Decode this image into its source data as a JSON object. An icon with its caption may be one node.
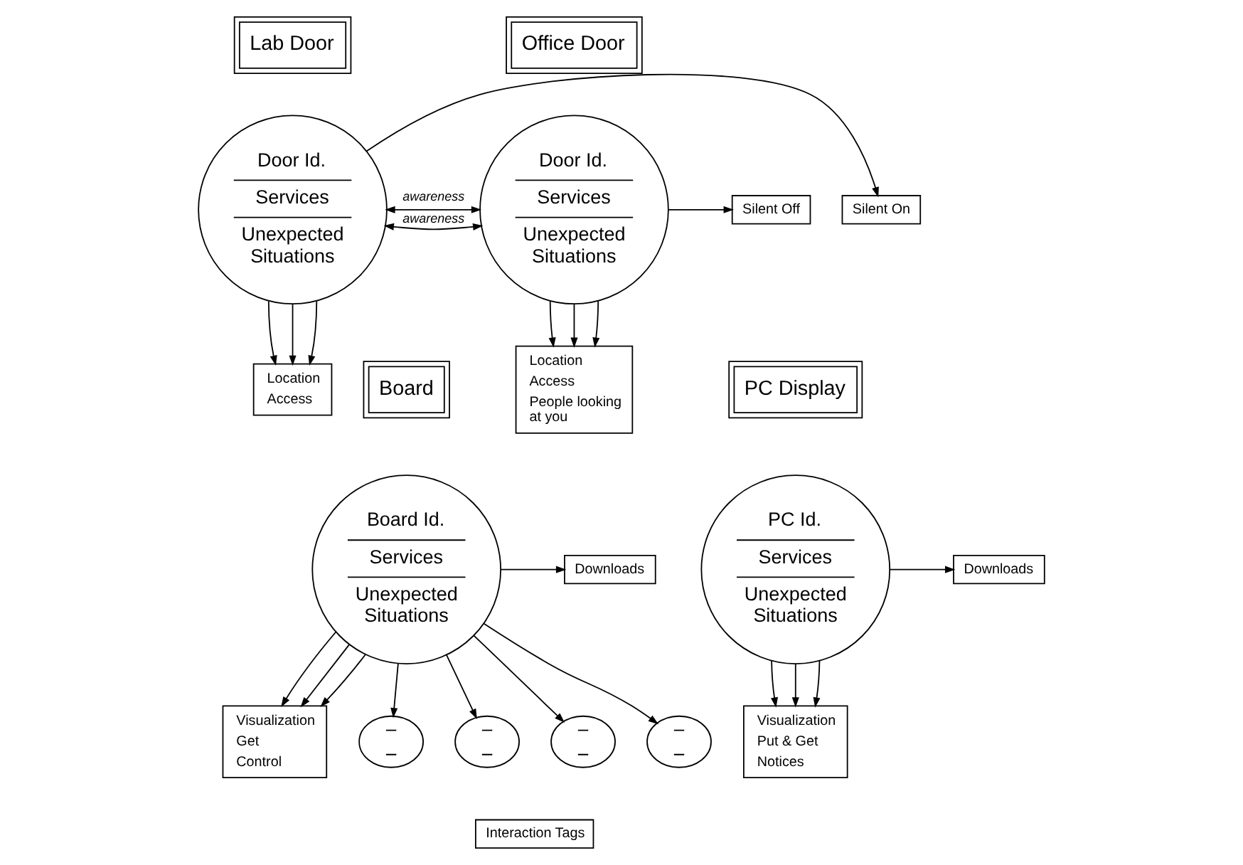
{
  "diagram": {
    "nodes": [
      {
        "text": [
          "Lab Door"
        ]
      },
      {
        "text": [
          "Door Id.",
          "Services",
          "Unexpected Situations"
        ]
      },
      {
        "text": [
          "Location",
          "Access"
        ]
      },
      {
        "text": [
          "Silent On"
        ]
      },
      {
        "text": [
          "Office Door"
        ]
      },
      {
        "text": [
          "Door Id.",
          "Services",
          "Unexpected Situations"
        ]
      },
      {
        "text": [
          "Location",
          "Access",
          "People looking at you"
        ]
      },
      {
        "text": [
          "Silent Off"
        ]
      },
      {
        "text": [
          "Board"
        ]
      },
      {
        "text": [
          "Board Id.",
          "Services",
          "Unexpected Situations"
        ]
      },
      {
        "text": [
          "Visualization",
          "Get",
          "Control"
        ]
      },
      {
        "text": [
          "Downloads"
        ]
      },
      {
        "text": [],
        "shape": "circle"
      },
      {
        "text": [],
        "shape": "circle"
      },
      {
        "text": [],
        "shape": "circle"
      },
      {
        "text": [],
        "shape": "circle"
      },
      {
        "text": [
          "Interaction Tags"
        ]
      },
      {
        "text": [
          "PC Display"
        ]
      },
      {
        "text": [
          "PC Id.",
          "Services",
          "Unexpected Situations"
        ]
      },
      {
        "text": [
          "Visualization",
          "Put & Get",
          "Notices"
        ]
      },
      {
        "text": [
          "Downloads"
        ]
      }
    ],
    "edges": [
      {
        "from": 1,
        "to": 2,
        "arrow": "to"
      },
      {
        "from": 1,
        "to": 2,
        "arrow": "to"
      },
      {
        "from": 1,
        "to": 2,
        "arrow": "to"
      },
      {
        "from": 1,
        "to": 3,
        "arrow": "to"
      },
      {
        "from": 1,
        "to": 5,
        "arrow": "both",
        "label": "awareness"
      },
      {
        "from": 1,
        "to": 5,
        "arrow": "both",
        "label": "awareness"
      },
      {
        "from": 5,
        "to": 6,
        "arrow": "to"
      },
      {
        "from": 5,
        "to": 6,
        "arrow": "to"
      },
      {
        "from": 5,
        "to": 6,
        "arrow": "to"
      },
      {
        "from": 5,
        "to": 7,
        "arrow": "to"
      },
      {
        "from": 9,
        "to": 10,
        "arrow": "to"
      },
      {
        "from": 9,
        "to": 10,
        "arrow": "to"
      },
      {
        "from": 9,
        "to": 10,
        "arrow": "to"
      },
      {
        "from": 9,
        "to": 11,
        "arrow": "to"
      },
      {
        "from": 9,
        "to": 12,
        "arrow": "to"
      },
      {
        "from": 9,
        "to": 13,
        "arrow": "to"
      },
      {
        "from": 9,
        "to": 14,
        "arrow": "to"
      },
      {
        "from": 9,
        "to": 15,
        "arrow": "to"
      },
      {
        "from": 18,
        "to": 19,
        "arrow": "to"
      },
      {
        "from": 18,
        "to": 19,
        "arrow": "to"
      },
      {
        "from": 18,
        "to": 19,
        "arrow": "to"
      },
      {
        "from": 18,
        "to": 20,
        "arrow": "to"
      }
    ]
  }
}
